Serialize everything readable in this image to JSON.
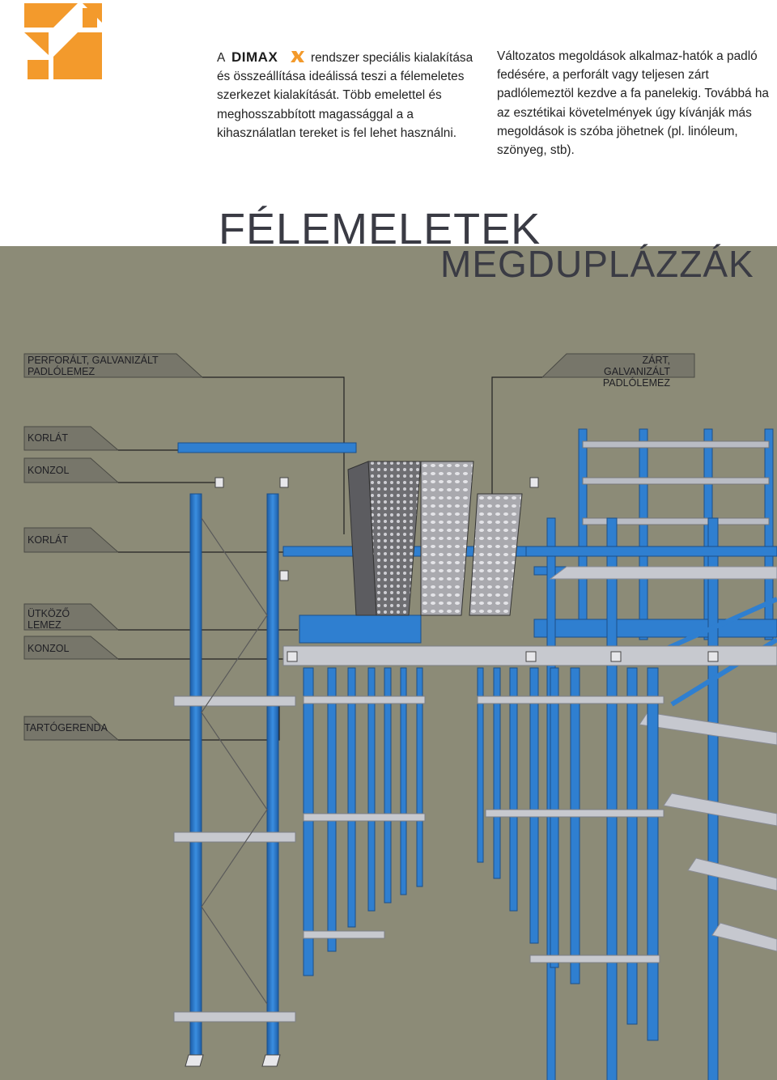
{
  "intro": {
    "prefix": "A",
    "brand": "DIMAX",
    "text": "rendszer speciális kialakítása és összeállítása ideálissá teszi a félemeletes szerkezet kialakítását. Több emelettel és meghosszabbított magassággal a a kihasználatlan tereket is fel lehet használni."
  },
  "side_text": "Változatos megoldások alkalmaz-hatók a padló fedésére, a perforált vagy teljesen zárt padlólemeztöl kezdve a fa panelekig. Továbbá ha az esztétikai követelmények úgy kívánják más megoldások is szóba jöhetnek (pl. linóleum, szönyeg, stb).",
  "title": {
    "line1": "FÉLEMELETEK",
    "line2": "MEGDUPLÁZZÁK"
  },
  "labels": {
    "perforated_1": "PERFORÁLT, GALVANIZÁLT",
    "perforated_2": "PADLÓLEMEZ",
    "closed_1": "ZÁRT, GALVANIZÁLT",
    "closed_2": "PADLÓLEMEZ",
    "railing_1": "KORLÁT",
    "bracket_1": "KONZOL",
    "railing_2": "KORLÁT",
    "buffer_1": "ÜTKÖZŐ",
    "buffer_2": "LEMEZ",
    "bracket_2": "KONZOL",
    "beam": "TARTÓGERENDA"
  },
  "colors": {
    "brand_orange": "#f39a2c",
    "steel_blue": "#2f7fd0",
    "background_olive": "#8c8b77",
    "label_band": "#77766a"
  }
}
